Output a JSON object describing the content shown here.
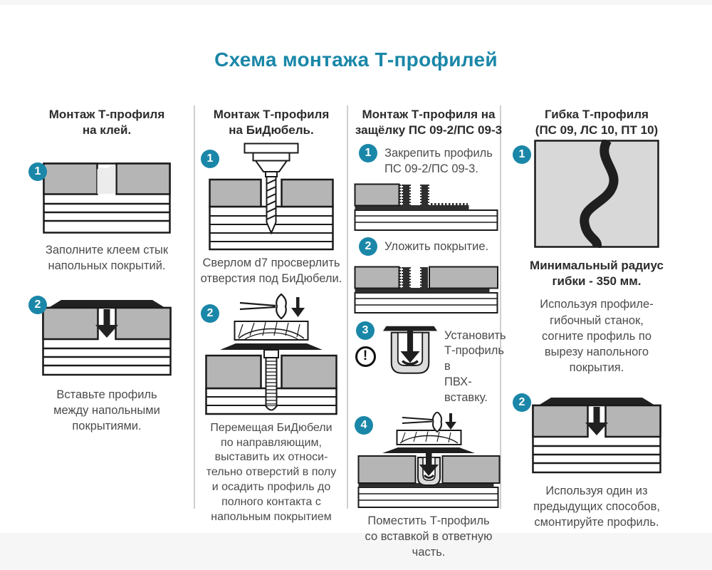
{
  "title": "Схема монтажа Т-профилей",
  "colors": {
    "accent": "#1a87a8",
    "panel_gray": "#b5b5b5",
    "bend_square_gray": "#d8d8d8",
    "profile_black": "#1f1f1f",
    "outline": "#1a1a1a",
    "text_gray": "#4b4b4b"
  },
  "icons": {
    "step_badge": "numbered-step-badge",
    "warning": "exclamation-warning-icon",
    "hammer": "hammer-icon",
    "drill": "drill-icon",
    "arrow_down": "down-arrow-icon"
  },
  "columns": {
    "glue": {
      "header": "Монтаж Т-профиля\nна клей.",
      "step1": {
        "num": "1",
        "caption": "Заполните клеем стык\nнапольных покрытий."
      },
      "step2": {
        "num": "2",
        "caption": "Вставьте профиль\nмежду напольными\nпокрытиями."
      }
    },
    "bidubel": {
      "header": "Монтаж Т-профиля\nна БиДюбель.",
      "step1": {
        "num": "1",
        "caption": "Сверлом d7 просверлить\nотверстия под БиДюбели."
      },
      "step2": {
        "num": "2",
        "caption": "Перемещая БиДюбели\nпо направляющим,\nвыставить их относи-\nтельно отверстий в полу\nи осадить профиль до\nполного контакта с\nнапольным покрытием"
      }
    },
    "latch": {
      "header": "Монтаж Т-профиля на\nзащёлку ПС 09-2/ПС 09-3",
      "step1": {
        "num": "1",
        "label": "Закрепить профиль\nПС 09-2/ПС 09-3."
      },
      "step2": {
        "num": "2",
        "label": "Уложить покрытие."
      },
      "step3": {
        "num": "3",
        "warning": "!",
        "label": "Установить\nТ-профиль в\nПВХ-вставку."
      },
      "step4": {
        "num": "4",
        "caption": "Поместить Т-профиль\nсо вставкой в ответную\nчасть."
      }
    },
    "bend": {
      "header": "Гибка Т-профиля\n(ПС 09, ЛС 10, ПТ 10)",
      "step1": {
        "num": "1"
      },
      "note_bold": "Минимальный радиус\nгибки - 350 мм.",
      "note": "Используя профиле-\nгибочный станок,\nсогните профиль по\nвырезу напольного\nпокрытия.",
      "step2": {
        "num": "2",
        "caption": "Используя один из\nпредыдущих способов,\nсмонтируйте профиль."
      }
    }
  }
}
